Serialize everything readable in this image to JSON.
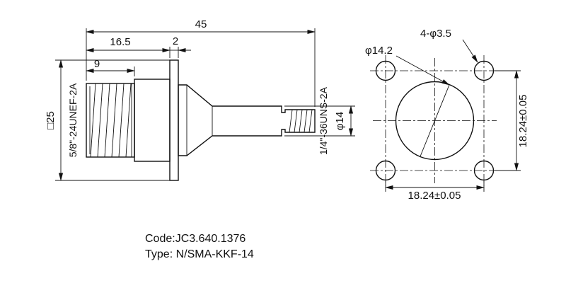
{
  "side_view": {
    "overall_length": "45",
    "length_to_flange": "16.5",
    "flange_thickness": "2",
    "thread_length": "9",
    "flange_square": "□25",
    "thread_spec_left": "5/8\"-24UNEF-2A",
    "thread_spec_right": "1/4\"-36UNS-2A",
    "body_diameter": "φ14"
  },
  "front_view": {
    "center_hole_diameter": "φ14.2",
    "mounting_holes": "4-φ3.5",
    "hole_spacing_vertical": "18.24±0.05",
    "hole_spacing_horizontal": "18.24±0.05"
  },
  "footer": {
    "code": "Code:JC3.640.1376",
    "type": "Type: N/SMA-KKF-14"
  },
  "colors": {
    "line": "#111111",
    "background": "#ffffff"
  }
}
